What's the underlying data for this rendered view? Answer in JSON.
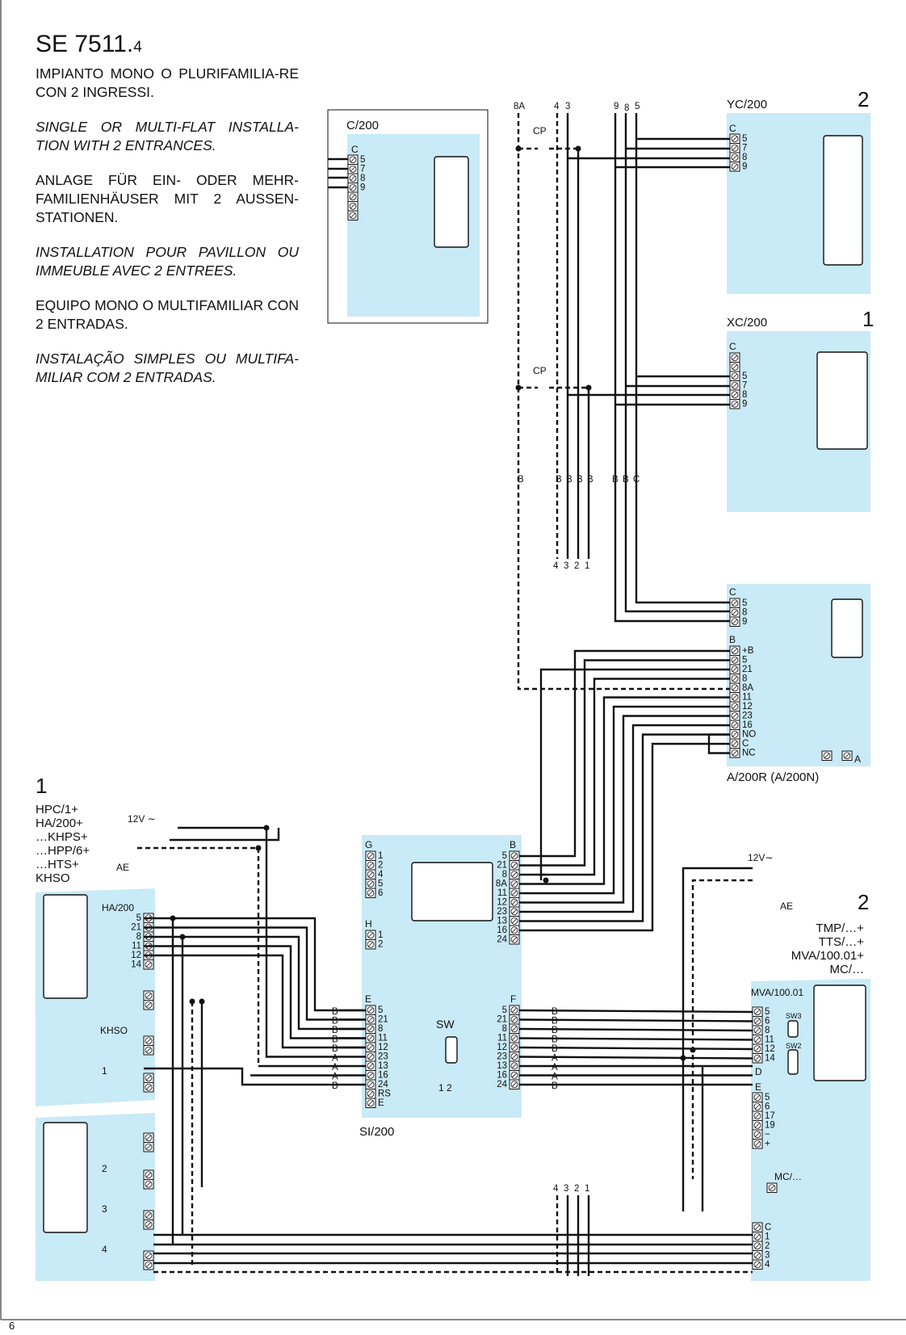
{
  "header": {
    "code": "SE 7511.",
    "code_suffix": "4",
    "descriptions": [
      {
        "text": "IMPIANTO MONO O PLURIFAMILIA-RE CON 2 INGRESSI.",
        "italic": false
      },
      {
        "text": "SINGLE OR MULTI-FLAT INSTALLA-TION WITH 2 ENTRANCES.",
        "italic": true
      },
      {
        "text": "ANLAGE FÜR EIN- ODER MEHR-FAMILIENHÄUSER MIT 2 AUSSEN-STATIONEN.",
        "italic": false
      },
      {
        "text": "INSTALLATION POUR PAVILLON OU IMMEUBLE AVEC 2 ENTREES.",
        "italic": true
      },
      {
        "text": "EQUIPO MONO O MULTIFAMILIAR CON 2 ENTRADAS.",
        "italic": false
      },
      {
        "text": "INSTALAÇÃO SIMPLES OU MULTIFA-MILIAR COM 2 ENTRADAS.",
        "italic": true
      }
    ]
  },
  "colors": {
    "panel": "#c9eaf7",
    "line": "#111111",
    "background": "#ffffff"
  },
  "handsets": {
    "c200": {
      "name": "C/200",
      "block": "C",
      "terminals": [
        "5",
        "7",
        "8",
        "9"
      ]
    },
    "yc200": {
      "name": "YC/200",
      "number": "2",
      "block": "C",
      "terminals": [
        "5",
        "7",
        "8",
        "9"
      ]
    },
    "xc200": {
      "name": "XC/200",
      "number": "1",
      "block": "C",
      "terminals": [
        "5",
        "7",
        "8",
        "9"
      ]
    }
  },
  "riser": {
    "top_labels": [
      "8A",
      "4",
      "3",
      "9",
      "8",
      "5"
    ],
    "cp_label": "CP",
    "mid_labels": [
      "B",
      "B",
      "B",
      "B",
      "B",
      "B",
      "B",
      "C"
    ],
    "bottom_labels": [
      "4",
      "3",
      "2",
      "1"
    ]
  },
  "a200r": {
    "name": "A/200R (A/200N)",
    "block_c": "C",
    "block_c_terminals": [
      "5",
      "8",
      "9"
    ],
    "block_b": "B",
    "block_b_terminals": [
      "+B",
      "5",
      "21",
      "8",
      "8A",
      "11",
      "12",
      "23",
      "16",
      "NO",
      "C",
      "NC"
    ],
    "block_a": "A"
  },
  "panel1": {
    "number": "1",
    "models": [
      "HPC/1+",
      "HA/200+",
      "…KHPS+",
      "…HPP/6+",
      "…HTS+",
      "KHSO"
    ],
    "supply": "12V ∼",
    "ae": "AE",
    "module": "HA/200",
    "module_terminals": [
      "5",
      "21",
      "8",
      "11",
      "12",
      "14"
    ],
    "khso": "KHSO",
    "buttons": [
      "1",
      "2",
      "3",
      "4"
    ]
  },
  "si200": {
    "name": "SI/200",
    "block_g": "G",
    "block_g_terminals": [
      "1",
      "2",
      "4",
      "5",
      "6"
    ],
    "block_h": "H",
    "block_h_terminals": [
      "1",
      "2"
    ],
    "block_b": "B",
    "block_b_terminals": [
      "5",
      "21",
      "8",
      "8A",
      "11",
      "12",
      "23",
      "13",
      "16",
      "24"
    ],
    "block_e": "E",
    "block_e_terminals": [
      "5",
      "21",
      "8",
      "11",
      "12",
      "23",
      "13",
      "16",
      "24",
      "RS",
      "E"
    ],
    "block_e_wires": [
      "B",
      "B",
      "B",
      "B",
      "B",
      "A",
      "A",
      "A",
      "B"
    ],
    "block_f": "F",
    "block_f_terminals": [
      "5",
      "21",
      "8",
      "11",
      "12",
      "23",
      "13",
      "16",
      "24"
    ],
    "block_f_wires": [
      "B",
      "B",
      "B",
      "B",
      "B",
      "A",
      "A",
      "A",
      "B"
    ],
    "sw": "SW",
    "sw_pins": "1 2"
  },
  "panel2": {
    "number": "2",
    "models": [
      "TMP/…+",
      "TTS/…+",
      "MVA/100.01+",
      "MC/…"
    ],
    "supply": "12V∼",
    "ae": "AE",
    "module": "MVA/100.01",
    "module_terminals": [
      "5",
      "6",
      "8",
      "11",
      "12",
      "14"
    ],
    "block_d": "D",
    "block_e": "E",
    "block_e_terminals": [
      "5",
      "6",
      "17",
      "19",
      "−",
      "+"
    ],
    "sw3": "SW3",
    "sw2": "SW2",
    "mc": "MC/…",
    "mc_terminals": [
      "C",
      "1",
      "2",
      "3",
      "4"
    ]
  },
  "bus_labels": [
    "4",
    "3",
    "2",
    "1"
  ],
  "page_number": "6"
}
